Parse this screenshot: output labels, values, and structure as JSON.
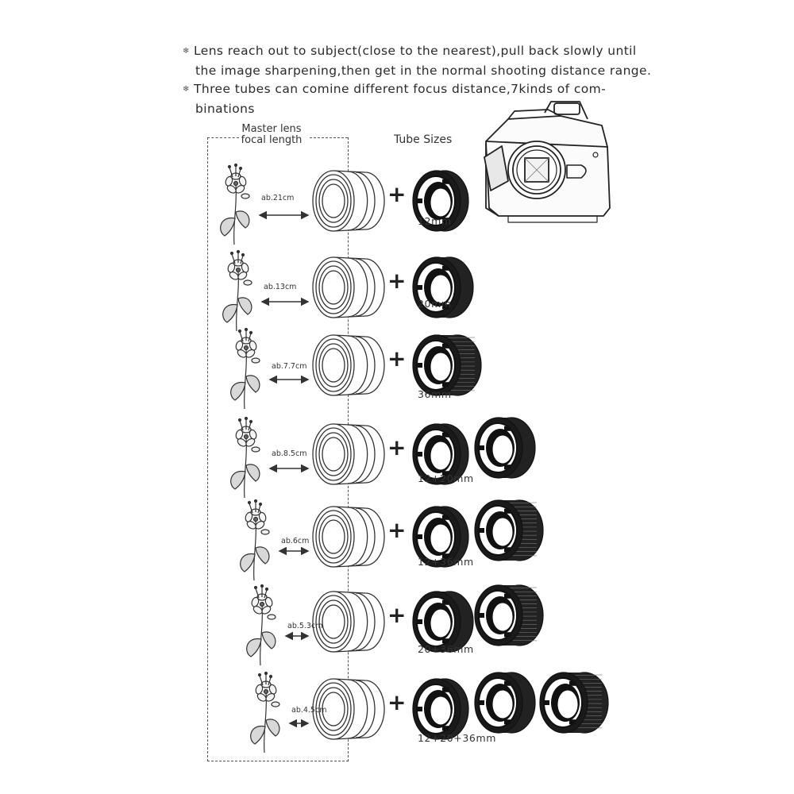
{
  "notes": [
    {
      "lines": [
        "Lens reach out to subject(close to the nearest),pull back slowly until",
        "the image sharpening,then get in the normal shooting distance range."
      ]
    },
    {
      "lines": [
        "Three tubes can comine different focus distance,7kinds of com-",
        "binations"
      ]
    }
  ],
  "bullet_symbol": "❄",
  "headers": {
    "master_lens": [
      "Master lens",
      "focal length"
    ],
    "tube_sizes": "Tube Sizes"
  },
  "plus_symbol": "+",
  "combinations": [
    {
      "distance": "ab.21cm",
      "size": "12mm",
      "tubes": [
        "12"
      ]
    },
    {
      "distance": "ab.13cm",
      "size": "20mm",
      "tubes": [
        "20"
      ]
    },
    {
      "distance": "ab.7.7cm",
      "size": "36mm",
      "tubes": [
        "36"
      ]
    },
    {
      "distance": "ab.8.5cm",
      "size": "12+20mm",
      "tubes": [
        "12",
        "20"
      ]
    },
    {
      "distance": "ab.6cm",
      "size": "12+36mm",
      "tubes": [
        "12",
        "36"
      ]
    },
    {
      "distance": "ab.5.3cm",
      "size": "20+36mm",
      "tubes": [
        "20",
        "36"
      ]
    },
    {
      "distance": "ab.4.5cm",
      "size": "12+20+36mm",
      "tubes": [
        "12",
        "20",
        "36"
      ]
    }
  ]
}
